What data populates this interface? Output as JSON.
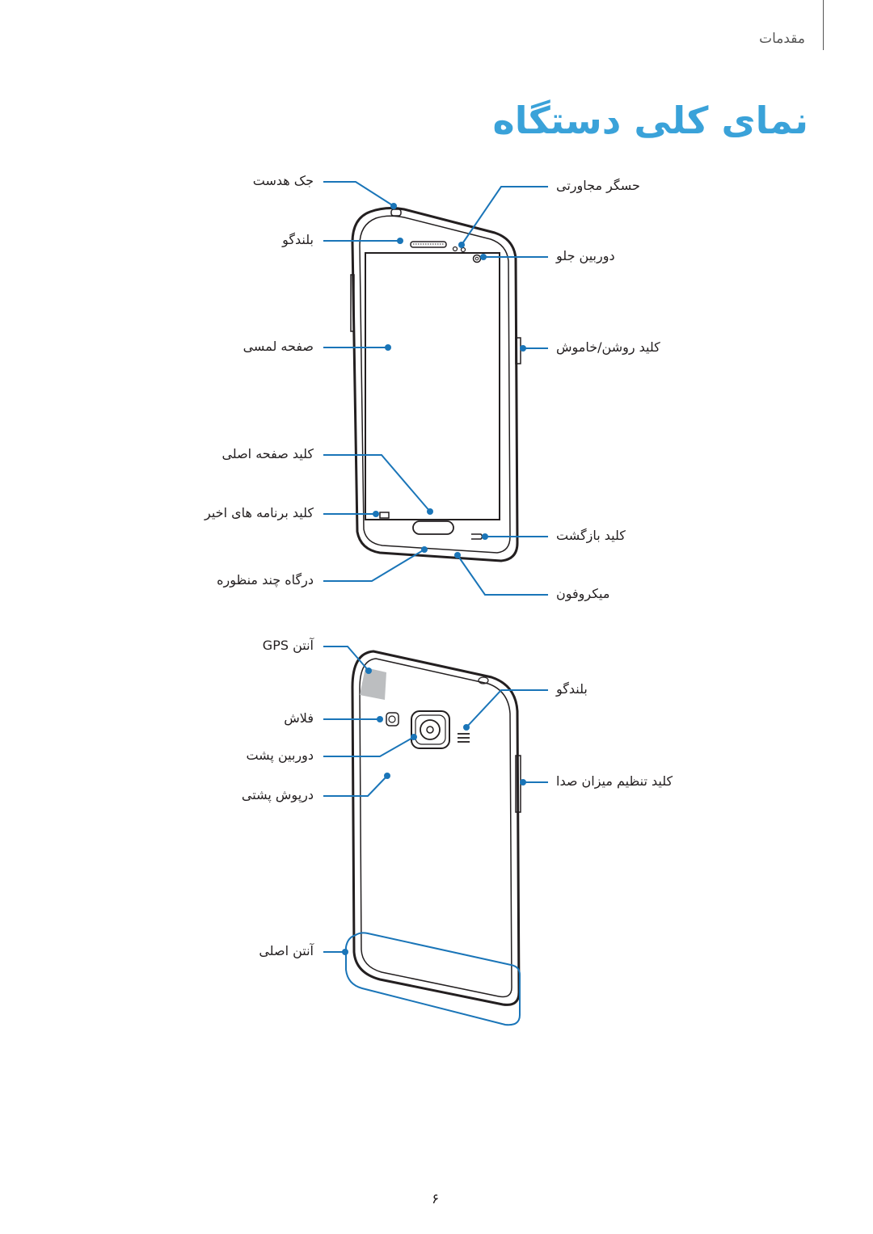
{
  "header": {
    "section": "مقدمات"
  },
  "title": "نمای کلی دستگاه",
  "front_labels": {
    "headset_jack": "جک هدست",
    "proximity_sensor": "حسگر مجاورتی",
    "speaker_top": "بلندگو",
    "front_camera": "دوربین جلو",
    "touch_screen": "صفحه لمسی",
    "power_key": "کلید روشن/خاموش",
    "home_key": "کلید صفحه اصلی",
    "recent_apps_key": "کلید برنامه های اخیر",
    "back_key": "کلید بازگشت",
    "multipurpose_jack": "درگاه چند منظوره",
    "microphone": "میکروفون"
  },
  "back_labels": {
    "gps_antenna_text": "آنتن",
    "gps_antenna_abbr": "GPS",
    "speaker_back": "بلندگو",
    "flash": "فلاش",
    "volume_key": "کلید تنظیم میزان صدا",
    "rear_camera": "دوربین پشت",
    "back_cover": "درپوش پشتی",
    "main_antenna": "آنتن اصلی"
  },
  "page_number": "۶",
  "colors": {
    "accent": "#3aa2d9",
    "callout": "#1a75b8",
    "device": "#231f20"
  }
}
